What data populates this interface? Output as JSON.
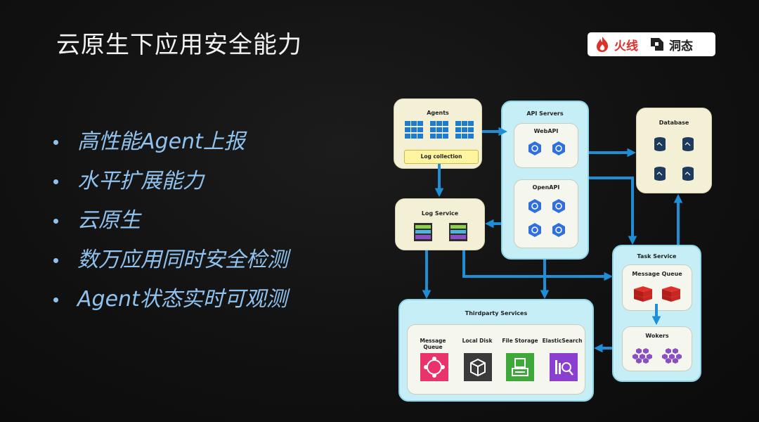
{
  "slide": {
    "title": "云原生下应用安全能力",
    "logo": {
      "brand1": "火线",
      "brand2": "洞态"
    },
    "bullets": [
      "高性能Agent上报",
      "水平扩展能力",
      "云原生",
      "数万应用同时安全检测",
      "Agent状态实时可观测"
    ]
  },
  "diagram": {
    "agents": {
      "title": "Agents",
      "log_collection": "Log collection"
    },
    "api_servers": {
      "title": "API Servers",
      "webapi": "WebAPI",
      "openapi": "OpenAPI"
    },
    "database": {
      "title": "Database"
    },
    "log_service": {
      "title": "Log Service"
    },
    "task_service": {
      "title": "Task Service",
      "message_queue": "Message Queue",
      "workers": "Wokers"
    },
    "thirdparty": {
      "title": "Thirdparty Services",
      "items": [
        "Message Queue",
        "Local Disk",
        "File Storage",
        "ElasticSearch"
      ]
    },
    "colors": {
      "arrow": "#1e8fd6",
      "accent": "#e0302a"
    }
  }
}
